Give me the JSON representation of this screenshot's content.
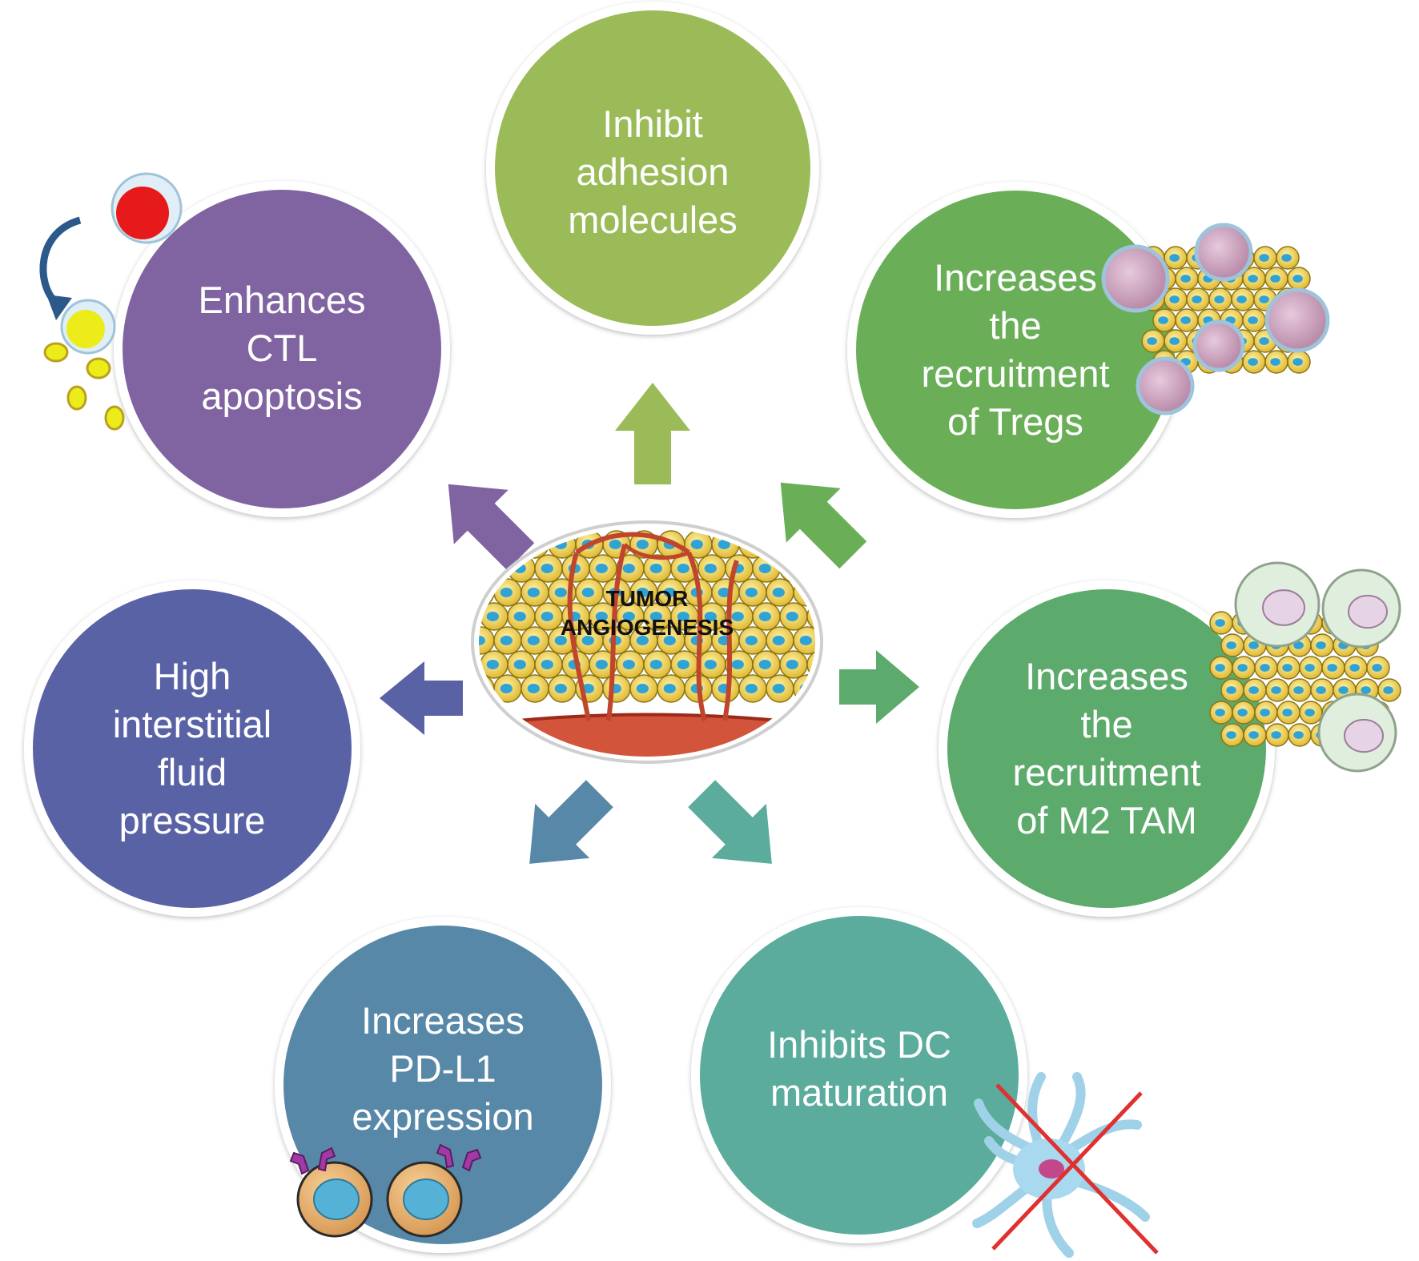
{
  "center": {
    "line1": "TUMOR",
    "line2": "ANGIOGENESIS"
  },
  "nodes": {
    "adhesion": {
      "lines": [
        "Inhibit",
        "adhesion",
        "molecules"
      ],
      "color": "#9bbb59"
    },
    "tregs": {
      "lines": [
        "Increases",
        "the",
        "recruitment",
        "of Tregs"
      ],
      "color": "#6aaf58"
    },
    "m2tam": {
      "lines": [
        "Increases",
        "the",
        "recruitment",
        "of M2 TAM"
      ],
      "color": "#5caa6c"
    },
    "dc": {
      "lines": [
        "Inhibits DC",
        "maturation"
      ],
      "color": "#5bac9c"
    },
    "pdl1": {
      "lines": [
        "Increases",
        "PD-L1",
        "expression"
      ],
      "color": "#5888a8"
    },
    "pressure": {
      "lines": [
        "High",
        "interstitial",
        "fluid",
        "pressure"
      ],
      "color": "#5a62a6"
    },
    "ctl": {
      "lines": [
        "Enhances",
        "CTL",
        "apoptosis"
      ],
      "color": "#8064a2"
    }
  },
  "icons": [
    "ctl-apoptosis-icon",
    "treg-cells-icon",
    "m2-macrophage-icon",
    "dendritic-cell-crossed-icon",
    "pdl1-tumor-cells-icon",
    "tumor-vessel-icon"
  ]
}
